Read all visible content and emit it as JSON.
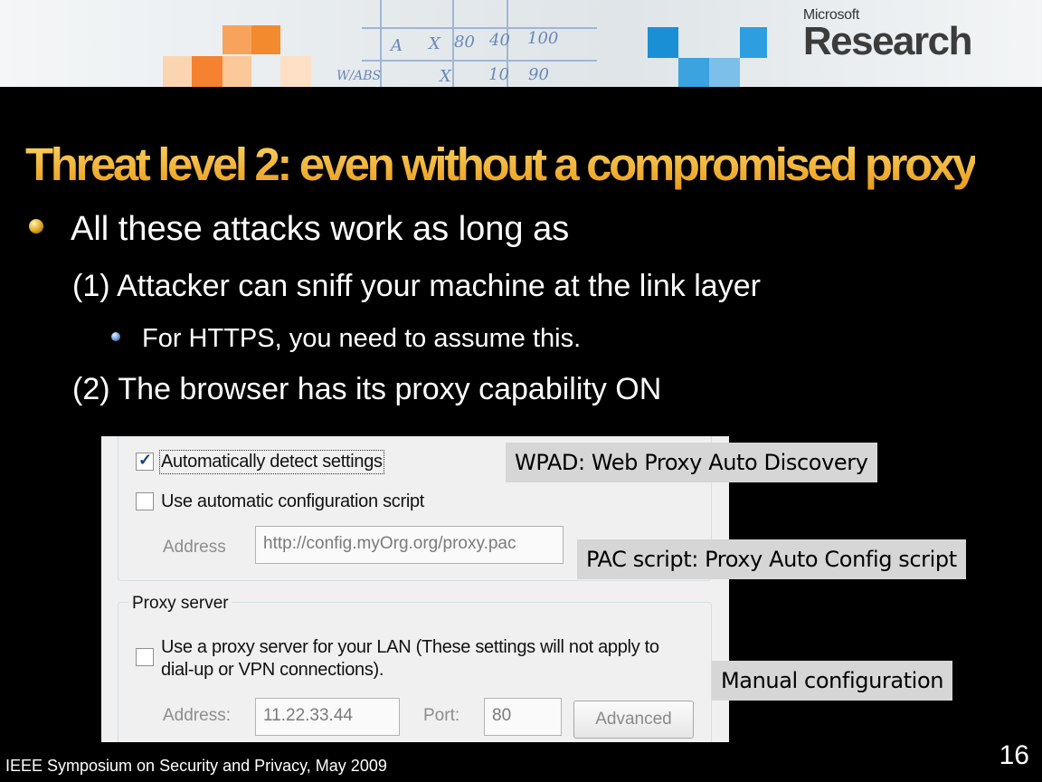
{
  "slide": {
    "logo": {
      "brand_small": "Microsoft",
      "brand_large": "Research"
    },
    "title": "Threat level 2: even without a compromised proxy",
    "bullets": {
      "main": "All these attacks work as long as",
      "cond1": "(1) Attacker can sniff your machine at the link layer",
      "sub1": "For HTTPS, you need to assume this.",
      "cond2": "(2) The browser has its proxy capability ON"
    },
    "footer": "IEEE Symposium on Security and Privacy, May 2009",
    "page_number": "16"
  },
  "dialog": {
    "auto_detect": {
      "label": "Automatically detect settings",
      "checked": true
    },
    "auto_script": {
      "label": "Use automatic configuration script",
      "checked": false
    },
    "address_label": "Address",
    "script_address": "http://config.myOrg.org/proxy.pac",
    "proxy_server_legend": "Proxy server",
    "use_proxy": {
      "label_line1": "Use a proxy server for your LAN (These settings will not apply to",
      "label_line2": "dial-up or VPN connections).",
      "checked": false
    },
    "proxy_address_label": "Address:",
    "proxy_address": "11.22.33.44",
    "port_label": "Port:",
    "port": "80",
    "advanced_button": "Advanced"
  },
  "callouts": {
    "wpad": "WPAD: Web Proxy Auto Discovery",
    "pac": "PAC script: Proxy Auto Config script",
    "manual": "Manual configuration"
  },
  "banner_handwriting": [
    "A",
    "X",
    "80",
    "40",
    "100",
    "X",
    "10",
    "90",
    "W/ABS"
  ]
}
